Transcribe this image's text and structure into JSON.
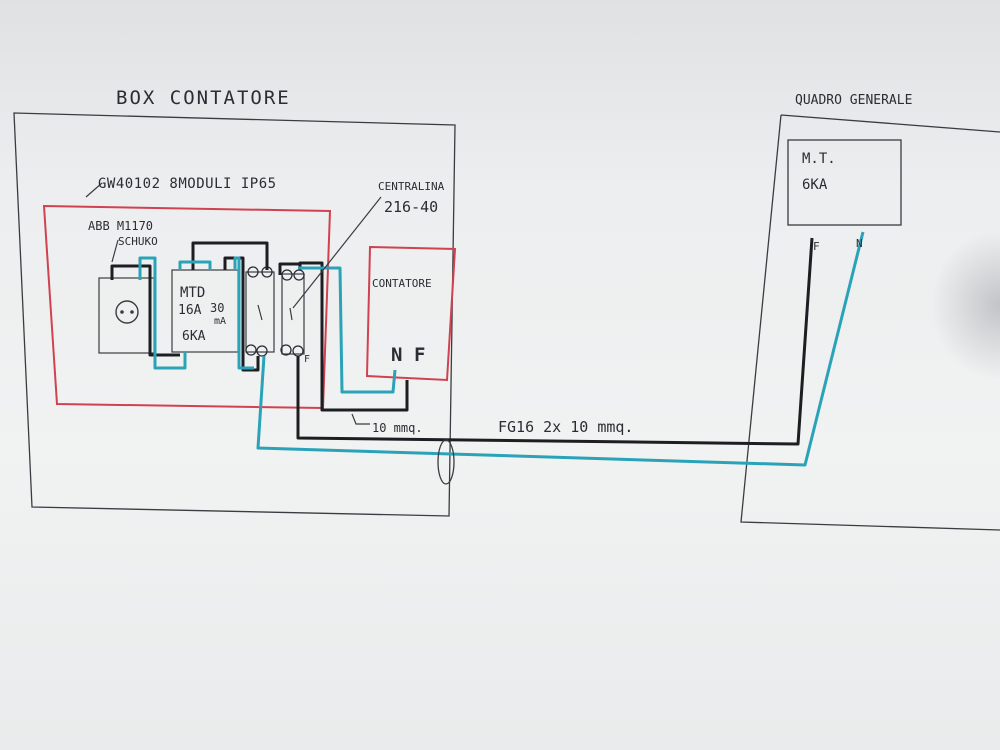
{
  "labels": {
    "box_title": "BOX CONTATORE",
    "enclosure": "GW40102 8MODULI IP65",
    "abb_line1": "ABB M1170",
    "abb_line2": "SCHUKO",
    "mtd_line1": "MTD",
    "mtd_line2": "16A",
    "mtd_line3": "30",
    "mtd_line4": "mA",
    "mtd_line5": "6KA",
    "terminal_line1": "CENTRALINA",
    "terminal_line2": "216-40",
    "meter": "CONTATORE",
    "meter_n": "N",
    "meter_f": "F",
    "wire_small": "10 mmq.",
    "cable": "FG16   2x 10 mmq.",
    "panel_title": "QUADRO GENERALE",
    "mt_line1": "M.T.",
    "mt_line2": "6KA",
    "panel_f": "F",
    "panel_n": "N",
    "terminal_f": "F"
  },
  "colors": {
    "ink": "#2b2d33",
    "red": "#d0424f",
    "cyan": "#2aa3b8",
    "black_wire": "#1d1e22"
  }
}
